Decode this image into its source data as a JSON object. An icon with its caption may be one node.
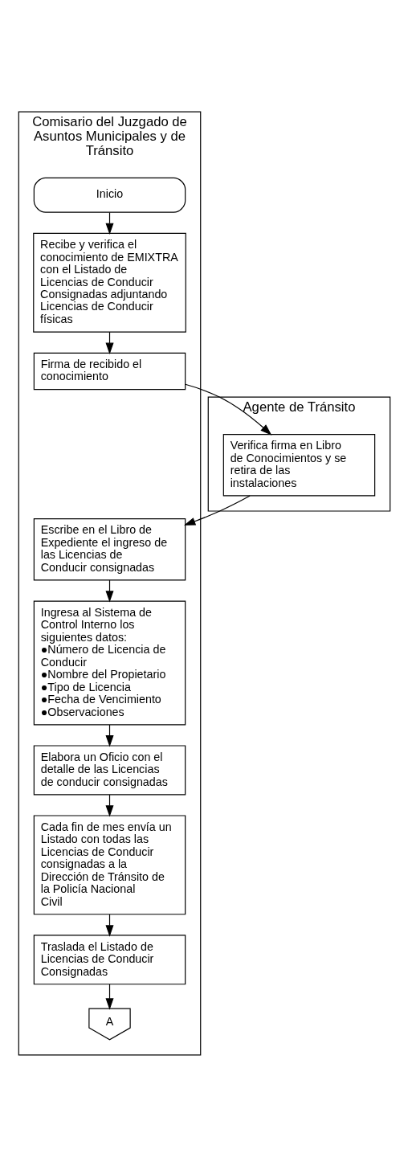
{
  "diagram": {
    "nodes": [
      {
        "text": [
          "Comisario del Juzgado de Asuntos Municipales y de Tránsito"
        ]
      },
      {
        "text": [
          "Agente de Tránsito"
        ]
      },
      {
        "text": [
          "Inicio"
        ],
        "in": 0
      },
      {
        "text": [
          "Recibe y verifica el conocimiento de EMIXTRA con el Listado de Licencias de Conducir Consignadas adjuntando Licencias de Conducir físicas"
        ],
        "in": 0
      },
      {
        "text": [
          "Firma de recibido el conocimiento"
        ],
        "in": 0
      },
      {
        "text": [
          "Verifica firma en Libro de Conocimientos y se retira de las instalaciones"
        ],
        "in": 1
      },
      {
        "text": [
          "Escribe en el Libro de Expediente el ingreso de las Licencias de Conducir consignadas"
        ],
        "in": 0
      },
      {
        "text": [
          "Ingresa al Sistema de Control Interno los siguientes datos:",
          "●Número de Licencia de Conducir",
          "●Nombre del Propietario",
          "●Tipo de Licencia",
          "●Fecha de Vencimiento",
          "●Observaciones"
        ],
        "in": 0
      },
      {
        "text": [
          "Elabora un Oficio con el detalle de las Licencias de conducir consignadas"
        ],
        "in": 0
      },
      {
        "text": [
          "Cada fin de mes envía un Listado con todas las Licencias de Conducir consignadas a la Dirección de Tránsito de la Policía Nacional Civil"
        ],
        "in": 0
      },
      {
        "text": [
          "Traslada el Listado de Licencias de Conducir Consignadas"
        ],
        "in": 0
      },
      {
        "text": [
          "A"
        ],
        "in": 0
      }
    ],
    "edges": [
      {
        "from": 2,
        "to": 3,
        "arrow": "to"
      },
      {
        "from": 3,
        "to": 4,
        "arrow": "to"
      },
      {
        "from": 4,
        "to": 5,
        "arrow": "to"
      },
      {
        "from": 5,
        "to": 6,
        "arrow": "to"
      },
      {
        "from": 6,
        "to": 7,
        "arrow": "to"
      },
      {
        "from": 7,
        "to": 8,
        "arrow": "to"
      },
      {
        "from": 8,
        "to": 9,
        "arrow": "to"
      },
      {
        "from": 9,
        "to": 10,
        "arrow": "to"
      },
      {
        "from": 10,
        "to": 11,
        "arrow": "to"
      }
    ]
  }
}
